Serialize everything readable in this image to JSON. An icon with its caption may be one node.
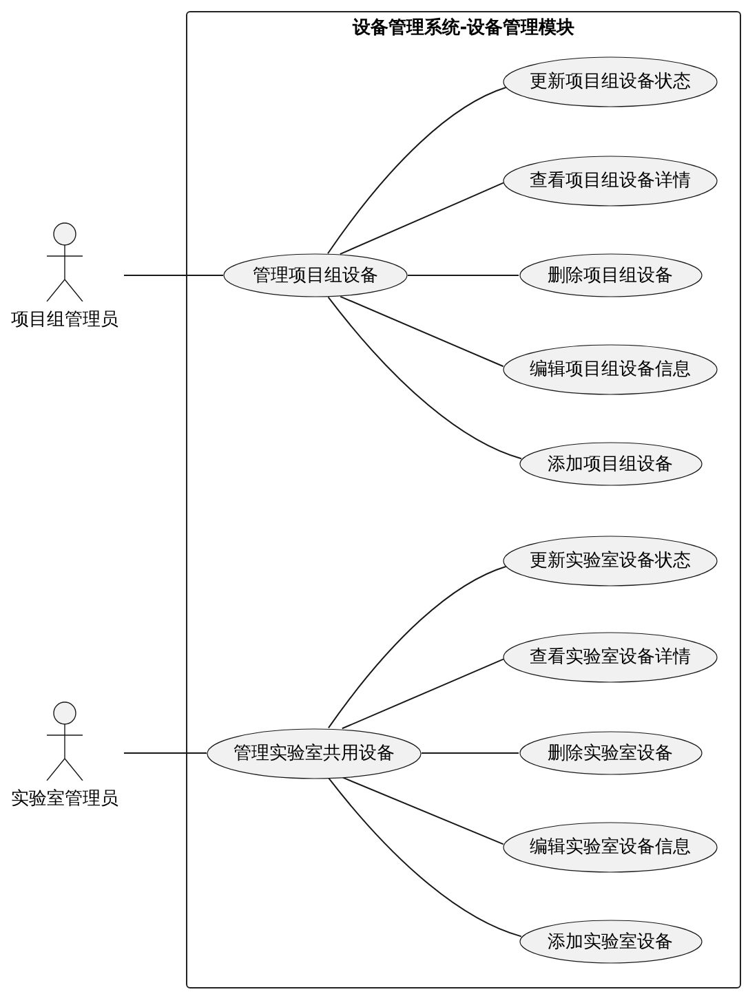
{
  "diagram": {
    "nodes": [
      {
        "text": [
          "项目组管理员"
        ]
      },
      {
        "text": [
          "实验室管理员"
        ]
      },
      {
        "text": [
          "设备管理系统-设备管理模块"
        ]
      },
      {
        "text": [
          "管理项目组设备"
        ],
        "in": 2
      },
      {
        "text": [
          "更新项目组设备状态"
        ],
        "in": 2
      },
      {
        "text": [
          "查看项目组设备详情"
        ],
        "in": 2
      },
      {
        "text": [
          "删除项目组设备"
        ],
        "in": 2
      },
      {
        "text": [
          "编辑项目组设备信息"
        ],
        "in": 2
      },
      {
        "text": [
          "添加项目组设备"
        ],
        "in": 2
      },
      {
        "text": [
          "管理实验室共用设备"
        ],
        "in": 2
      },
      {
        "text": [
          "更新实验室设备状态"
        ],
        "in": 2
      },
      {
        "text": [
          "查看实验室设备详情"
        ],
        "in": 2
      },
      {
        "text": [
          "删除实验室设备"
        ],
        "in": 2
      },
      {
        "text": [
          "编辑实验室设备信息"
        ],
        "in": 2
      },
      {
        "text": [
          "添加实验室设备"
        ],
        "in": 2
      }
    ],
    "edges": [
      {
        "from": 0,
        "to": 3,
        "arrow": "none"
      },
      {
        "from": 3,
        "to": 4,
        "arrow": "none"
      },
      {
        "from": 3,
        "to": 5,
        "arrow": "none"
      },
      {
        "from": 3,
        "to": 6,
        "arrow": "none"
      },
      {
        "from": 3,
        "to": 7,
        "arrow": "none"
      },
      {
        "from": 3,
        "to": 8,
        "arrow": "none"
      },
      {
        "from": 1,
        "to": 9,
        "arrow": "none"
      },
      {
        "from": 9,
        "to": 10,
        "arrow": "none"
      },
      {
        "from": 9,
        "to": 11,
        "arrow": "none"
      },
      {
        "from": 9,
        "to": 12,
        "arrow": "none"
      },
      {
        "from": 9,
        "to": 13,
        "arrow": "none"
      },
      {
        "from": 9,
        "to": 14,
        "arrow": "none"
      }
    ]
  }
}
